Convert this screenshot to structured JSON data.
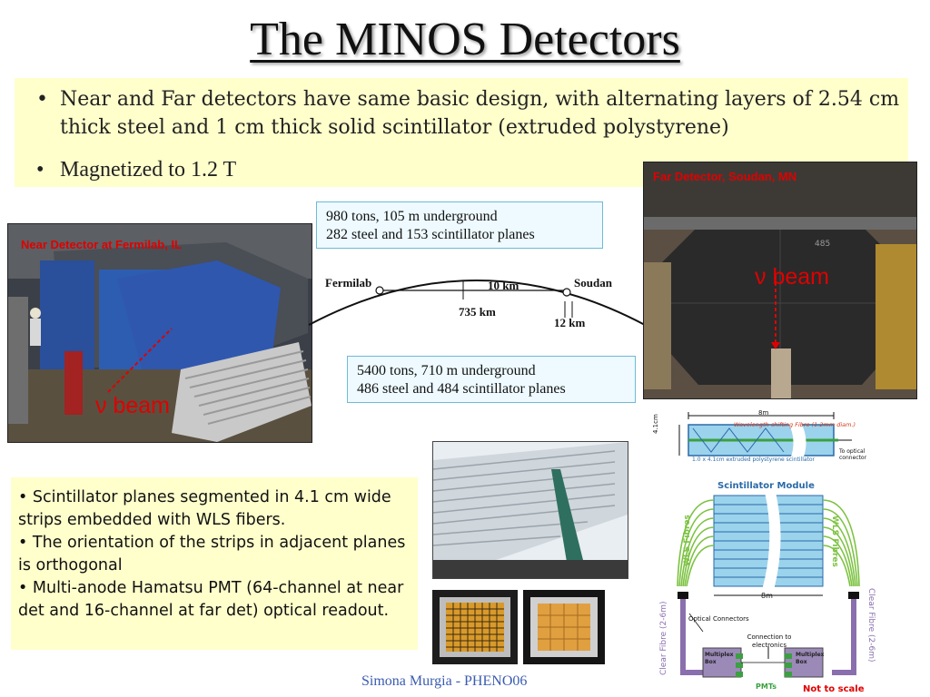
{
  "title": "The MINOS Detectors",
  "top_bullets": [
    "Near and Far detectors have same basic design, with alternating layers of 2.54 cm thick steel and 1 cm thick solid scintillator (extruded polystyrene)",
    "Magnetized to 1.2 T"
  ],
  "bullet_marker": "•",
  "near_detector": {
    "label": "Near Detector at Fermilab, IL",
    "beam": "ν beam"
  },
  "far_detector": {
    "label": "Far Detector, Soudan, MN",
    "beam": "ν beam",
    "plane_number": "485"
  },
  "far_info": {
    "line1": "980 tons, 105 m underground",
    "line2": "282 steel and 153 scintillator planes"
  },
  "near_info": {
    "line1": "5400 tons, 710 m underground",
    "line2": "486 steel and 484 scintillator planes"
  },
  "baseline": {
    "left": "Fermilab",
    "right": "Soudan",
    "near_depth": "10 km",
    "distance": "735 km",
    "far_depth": "12 km"
  },
  "bottom_bullets": [
    "•  Scintillator planes segmented in 4.1 cm wide strips embedded with WLS fibers.",
    "• The orientation of the strips in adjacent planes  is orthogonal",
    "•  Multi-anode Hamatsu PMT (64-channel at near det and 16-channel at far det) optical readout."
  ],
  "strip_diagram": {
    "width": "8m",
    "height": "4.1cm",
    "fibre": "Wavelength-shifting Fibre (1.2mm diam.)",
    "strip": "1.0 x 4.1cm extruded polystyrene scintillator",
    "connector": "To optical connector"
  },
  "module_diagram": {
    "title": "Scintillator Module",
    "wls_left": "WLS Fibres",
    "wls_right": "WLS Fibres",
    "width": "8m",
    "clear_left": "Clear Fibre (2-6m)",
    "clear_right": "Clear Fibre (2-6m)",
    "optical": "Optical Connectors",
    "connection": "Connection to electronics",
    "box_left": "Multiplex Box",
    "box_right": "Multiplex Box",
    "pmts": "PMTs",
    "not_to_scale": "Not to scale"
  },
  "footer": "Simona Murgia - PHENO06",
  "colors": {
    "highlight": "#ffffcc",
    "red": "#e00000",
    "info_border": "#6fb9d6",
    "fibre_green": "#7cc242",
    "box_purple": "#8a6fae"
  }
}
